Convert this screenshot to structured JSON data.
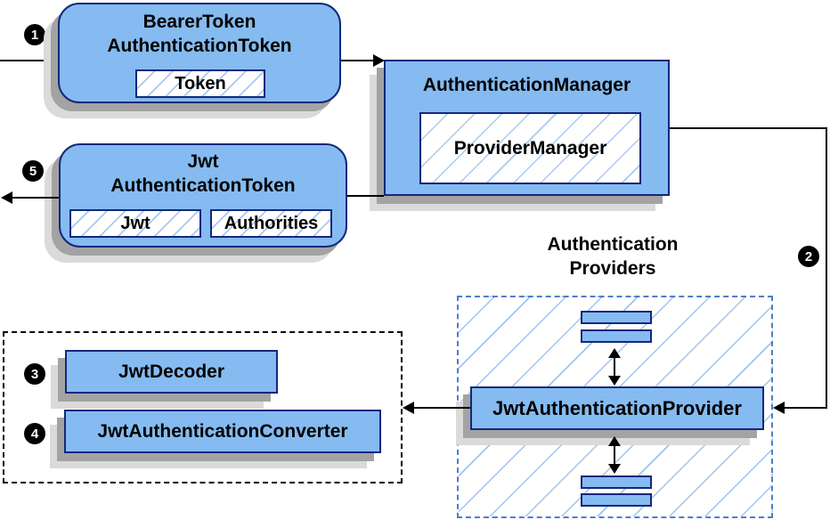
{
  "nodes": {
    "bearer_token": {
      "line1": "BearerToken",
      "line2": "AuthenticationToken",
      "chip": "Token"
    },
    "authentication_manager": {
      "title": "AuthenticationManager",
      "inner": "ProviderManager"
    },
    "jwt_authentication_token": {
      "line1": "Jwt",
      "line2": "AuthenticationToken",
      "chip_jwt": "Jwt",
      "chip_authorities": "Authorities"
    },
    "jwt_authentication_provider": {
      "title": "JwtAuthenticationProvider"
    },
    "jwt_decoder": {
      "title": "JwtDecoder"
    },
    "jwt_authentication_converter": {
      "title": "JwtAuthenticationConverter"
    }
  },
  "labels": {
    "providers_line1": "Authentication",
    "providers_line2": "Providers"
  },
  "markers": {
    "step1": "1",
    "step2": "2",
    "step3": "3",
    "step4": "4",
    "step5": "5"
  },
  "colors": {
    "node_fill": "#85bbf0",
    "node_border": "#14277d",
    "hatch_line": "#a8c9ef",
    "group_border_blue": "#4d7fc4",
    "group_border_black": "#000000",
    "shadow_dark": "#a3a3a3",
    "shadow_light": "#dadada",
    "connector": "#000000",
    "marker_bg": "#000000",
    "marker_text": "#ffffff"
  }
}
